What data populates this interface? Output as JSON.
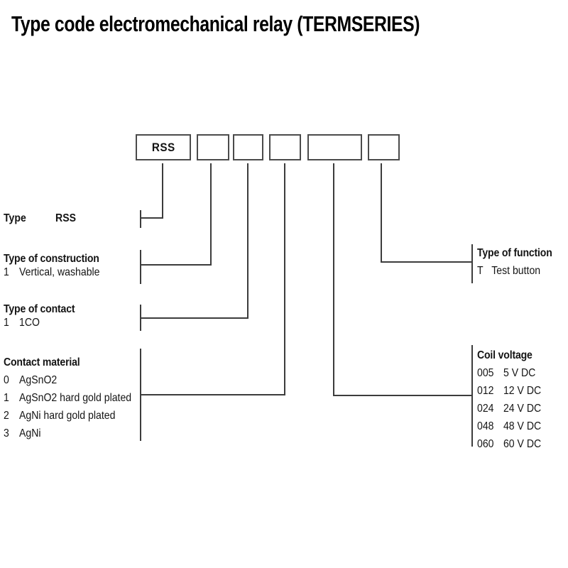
{
  "title": "Type code electromechanical relay (TERMSERIES)",
  "code_boxes": [
    {
      "name": "series",
      "label": "RSS"
    },
    {
      "name": "construction",
      "label": ""
    },
    {
      "name": "contact",
      "label": ""
    },
    {
      "name": "material",
      "label": ""
    },
    {
      "name": "coil-voltage",
      "label": ""
    },
    {
      "name": "function",
      "label": ""
    }
  ],
  "legend": {
    "type": {
      "heading": "Type",
      "value": "RSS"
    },
    "construction": {
      "heading": "Type of construction",
      "items": [
        {
          "code": "1",
          "label": "Vertical, washable"
        }
      ]
    },
    "contact": {
      "heading": "Type of contact",
      "items": [
        {
          "code": "1",
          "label": "1CO"
        }
      ]
    },
    "material": {
      "heading": "Contact material",
      "items": [
        {
          "code": "0",
          "label": "AgSnO2"
        },
        {
          "code": "1",
          "label": "AgSnO2 hard gold plated"
        },
        {
          "code": "2",
          "label": "AgNi hard gold plated"
        },
        {
          "code": "3",
          "label": "AgNi"
        }
      ]
    },
    "function": {
      "heading": "Type of function",
      "items": [
        {
          "code": "T",
          "label": "Test button"
        }
      ]
    },
    "coil_voltage": {
      "heading": "Coil voltage",
      "items": [
        {
          "code": "005",
          "label": "5 V DC"
        },
        {
          "code": "012",
          "label": "12 V DC"
        },
        {
          "code": "024",
          "label": "24 V DC"
        },
        {
          "code": "048",
          "label": "48 V DC"
        },
        {
          "code": "060",
          "label": "60 V DC"
        }
      ]
    }
  },
  "colors": {
    "background": "#ffffff",
    "text": "#141414",
    "title_text": "#000000",
    "line": "#3c3c3c",
    "box_border": "#4b4b4b"
  }
}
